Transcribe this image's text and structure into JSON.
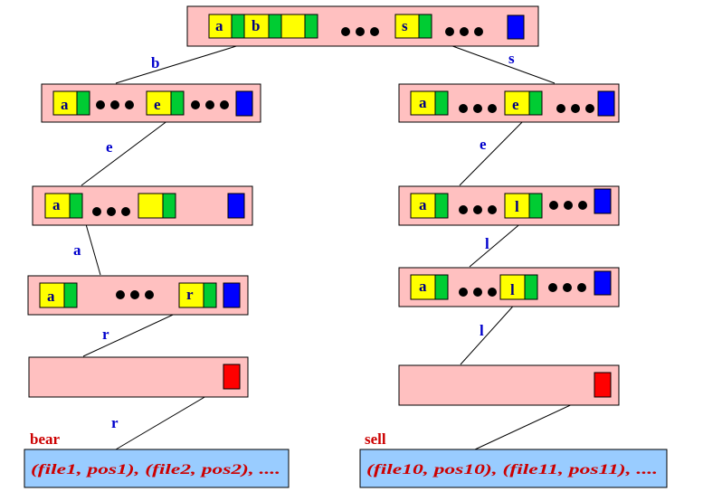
{
  "colors": {
    "node_fill": "#ffc0c0",
    "key_cell": "#ffff00",
    "pointer_cell": "#00cc33",
    "next_pointer": "#0000ff",
    "leaf_pointer": "#ff0000",
    "posting_fill": "#99ccff",
    "word_text": "#cc0000",
    "edge_label_text": "#0000cc"
  },
  "root": {
    "keys": [
      "a",
      "b",
      "s"
    ]
  },
  "left": {
    "level1_keys": [
      "a",
      "e"
    ],
    "level2_keys": [
      "a"
    ],
    "level3_keys": [
      "a",
      "r"
    ],
    "edge_labels": [
      "b",
      "e",
      "a",
      "r",
      "r"
    ],
    "word": "bear",
    "postings": "(file1, pos1), (file2, pos2), ...."
  },
  "right": {
    "level1_keys": [
      "a",
      "e"
    ],
    "level2_keys": [
      "a",
      "l"
    ],
    "level3_keys": [
      "a",
      "l"
    ],
    "edge_labels": [
      "s",
      "e",
      "l",
      "l"
    ],
    "word": "sell",
    "postings": "(file10, pos10), (file11, pos11), ...."
  }
}
